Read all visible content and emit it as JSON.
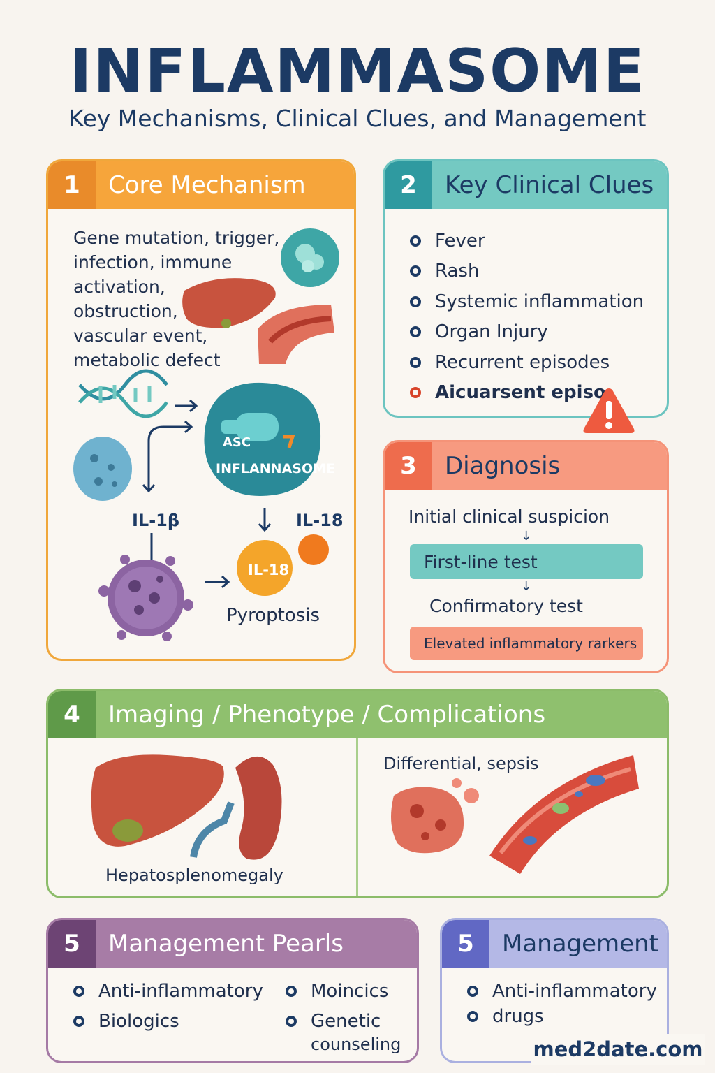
{
  "header": {
    "title": "INFLAMMASOME",
    "subtitle": "Key Mechanisms, Clinical Clues, and Management"
  },
  "core": {
    "num": "1",
    "title": "Core Mechanism",
    "text_lines": [
      "Gene mutation, trigger,",
      "infection, immune",
      "activation,",
      "obstruction,",
      "vascular event,",
      "metabolic defect"
    ],
    "asc_label": "ASC",
    "complex_label": "INFLANNASOME",
    "il1b_label": "IL-1β",
    "il18_label": "IL-18",
    "il18_cell_label": "IL-18",
    "pyroptosis_label": "Pyroptosis"
  },
  "clues": {
    "num": "2",
    "title": "Key Clinical Clues",
    "items": [
      "Fever",
      "Rash",
      "Systemic inflammation",
      "Organ Injury",
      "Recurrent episodes",
      "Aicuarsent episo"
    ]
  },
  "diagnosis": {
    "num": "3",
    "title": "Diagnosis",
    "step1": "Initial clinical suspicion",
    "step2": "First-line test",
    "step3": "Confirmatory test",
    "step4": "Elevated inflammatory rarkers"
  },
  "imaging": {
    "num": "4",
    "title": "Imaging / Phenotype / Complications",
    "left_caption": "Hepatosplenomegaly",
    "right_caption": "Differential, sepsis"
  },
  "pearls": {
    "num": "5",
    "title": "Management Pearls",
    "items": [
      "Anti-inflammatory",
      "Biologics",
      "Moincics",
      "Genetic",
      "counseling"
    ]
  },
  "management": {
    "num": "5",
    "title": "Management",
    "items": [
      "Anti-inflammatory",
      "drugs"
    ]
  },
  "watermark": "med2date.com",
  "colors": {
    "orange": "#f6a53b",
    "teal": "#74c9c2",
    "coral": "#f79a80",
    "green": "#8fc06e",
    "purple": "#a77ca6",
    "lavender": "#b4b8e6",
    "navy": "#1c3a64"
  }
}
